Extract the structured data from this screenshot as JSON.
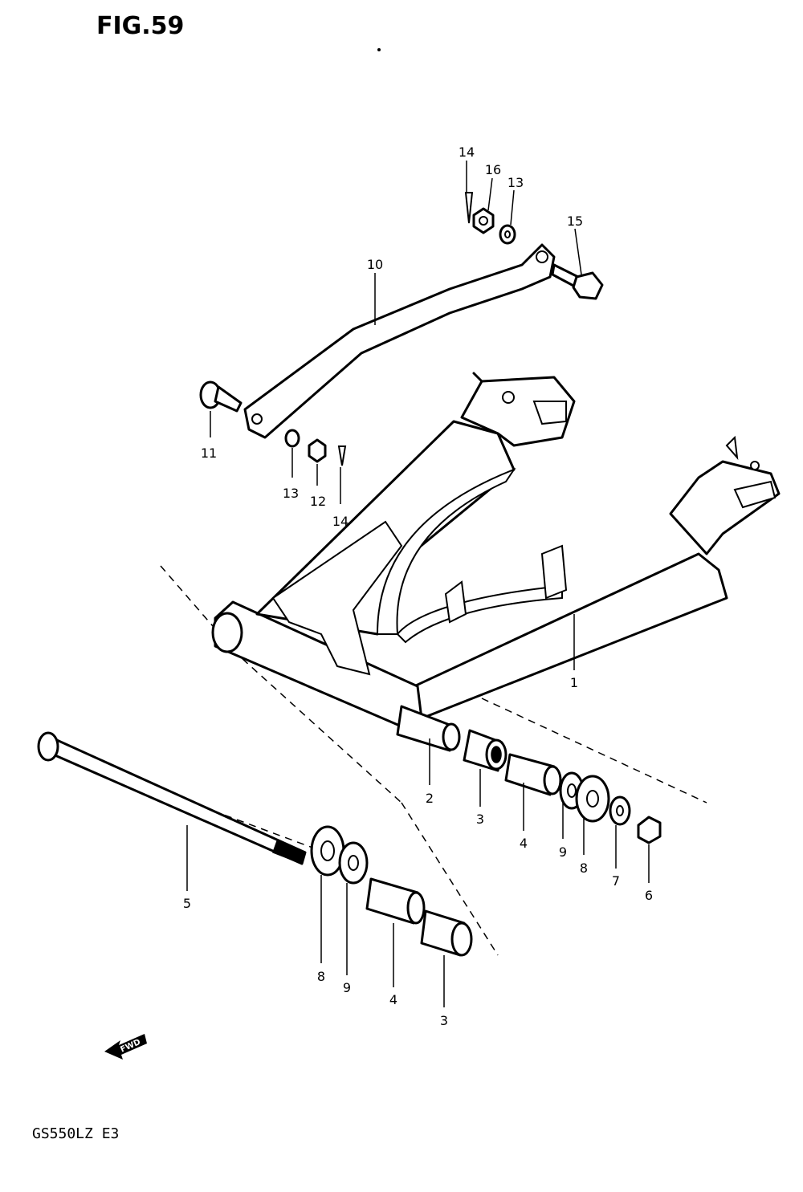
{
  "figure_title": "FIG.59",
  "model_code": "GS550LZ E3",
  "fwd_arrow_label": "FWD",
  "callouts": {
    "swingarm": "1",
    "spacer_2": "2",
    "bearing_3_upper": "3",
    "bearing_3_lower": "3",
    "spacer_4_upper": "4",
    "spacer_4_lower": "4",
    "pivot_bolt_5": "5",
    "nut_6": "6",
    "washer_7": "7",
    "seal_8_upper": "8",
    "seal_8_lower": "8",
    "washer_9_upper": "9",
    "washer_9_lower": "9",
    "torque_link_10": "10",
    "bolt_11": "11",
    "nut_12": "12",
    "washer_13_top": "13",
    "washer_13_bottom": "13",
    "cotter_pin_14_top": "14",
    "cotter_pin_14_bottom": "14",
    "bolt_15": "15",
    "nut_16": "16"
  }
}
